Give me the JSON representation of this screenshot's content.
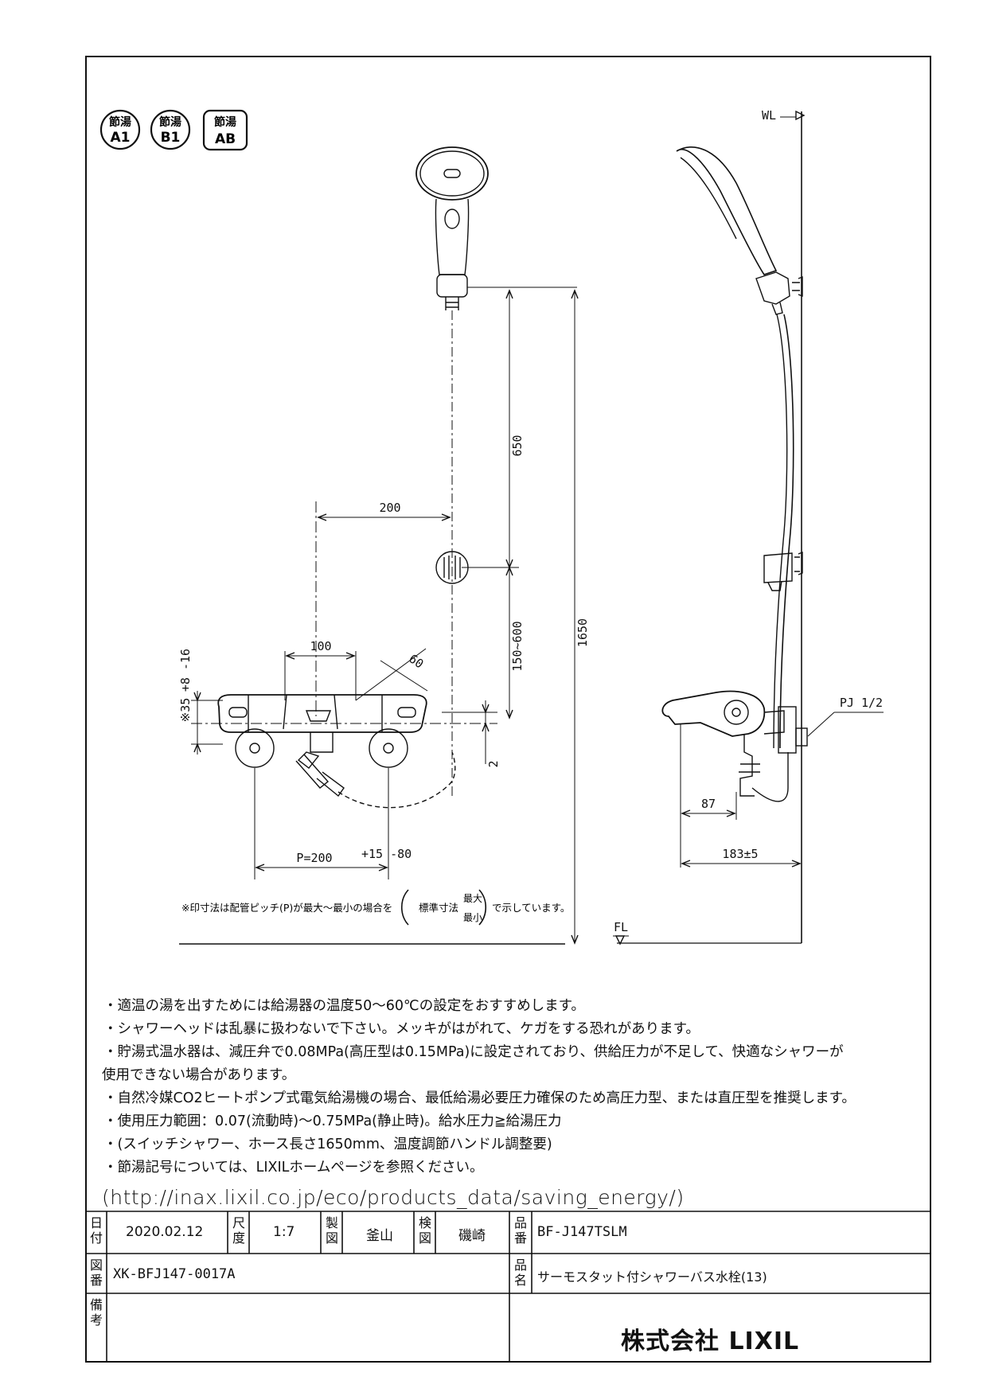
{
  "badges": [
    {
      "top": "節湯",
      "bottom": "A1"
    },
    {
      "top": "節湯",
      "bottom": "B1"
    },
    {
      "top": "節湯",
      "bottom": "AB"
    }
  ],
  "dimensions": {
    "d650": "650",
    "d1650": "1650",
    "d200": "200",
    "d100": "100",
    "d150_600": "150~600",
    "d60": "60",
    "d35": "※35",
    "d35_tol": "+8 -16",
    "d2": "2",
    "pitch": "P=200",
    "pitch_tol": "+15 -80",
    "d87": "87",
    "d183": "183±5",
    "pj": "PJ 1/2",
    "wl": "WL",
    "fl": "FL"
  },
  "pitch_note": {
    "prefix": "※印寸法は配管ピッチ(P)が最大～最小の場合を",
    "standard": "標準寸法",
    "max": "最大",
    "min": "最小",
    "suffix": "で示しています。"
  },
  "notes": [
    "・適温の湯を出すためには給湯器の温度50～60℃の設定をおすすめします。",
    "・シャワーヘッドは乱暴に扱わないで下さい。メッキがはがれて、ケガをする恐れがあります。",
    "・貯湯式温水器は、減圧弁で0.08MPa(高圧型は0.15MPa)に設定されており、供給圧力が不足して、快適なシャワーが",
    "使用できない場合があります。",
    "・自然冷媒CO2ヒートポンプ式電気給湯機の場合、最低給湯必要圧力確保のため高圧力型、または直圧型を推奨します。",
    "・使用圧力範囲：0.07(流動時)～0.75MPa(静止時)。給水圧力≧給湯圧力",
    "・(スイッチシャワー、ホース長さ1650mm、温度調節ハンドル調整要)",
    "・節湯記号については、LIXILホームページを参照ください。"
  ],
  "url": "(http://inax.lixil.co.jp/eco/products_data/saving_energy/)",
  "titleblock": {
    "date_label": "日付",
    "date": "2020.02.12",
    "scale_label": "尺度",
    "scale": "1:7",
    "drawn_label": "製図",
    "drawn": "釜山",
    "checked_label": "検図",
    "checked": "磯崎",
    "part_no_label": "品番",
    "part_no": "BF-J147TSLM",
    "drawing_no_label": "図番",
    "drawing_no": "XK-BFJ147-0017A",
    "product_name_label": "品名",
    "product_name": "サーモスタット付シャワーバス水栓(13)",
    "remarks_label": "備考",
    "company": "株式会社 LIXIL"
  }
}
